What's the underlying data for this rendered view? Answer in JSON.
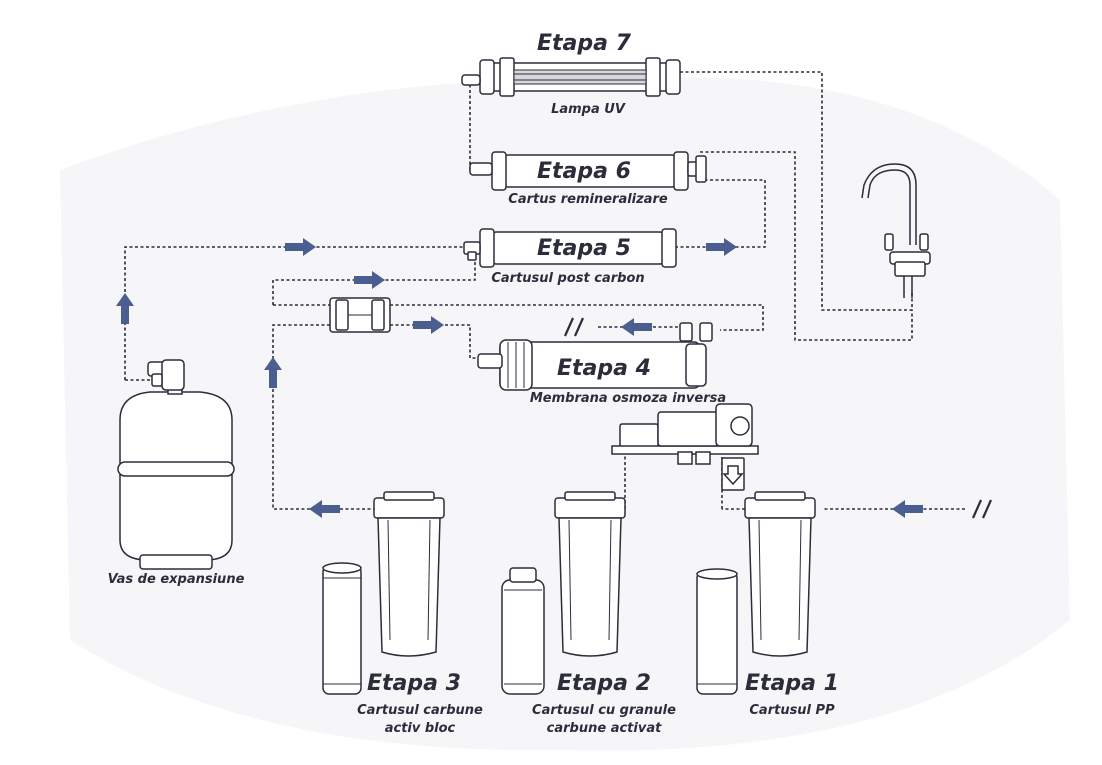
{
  "stages": {
    "s7": {
      "title": "Etapa 7",
      "label": "Lampa UV"
    },
    "s6": {
      "title": "Etapa 6",
      "label": "Cartus remineralizare"
    },
    "s5": {
      "title": "Etapa 5",
      "label": "Cartusul post carbon"
    },
    "s4": {
      "title": "Etapa 4",
      "label": "Membrana osmoza inversa"
    },
    "s3": {
      "title": "Etapa 3",
      "label_line1": "Cartusul  carbune",
      "label_line2": "activ bloc"
    },
    "s2": {
      "title": "Etapa 2",
      "label_line1": "Cartusul cu granule",
      "label_line2": "carbune activat"
    },
    "s1": {
      "title": "Etapa 1",
      "label": "Cartusul PP"
    }
  },
  "tank": {
    "label": "Vas de expansiune"
  },
  "colors": {
    "ink": "#2b2d3a",
    "flow_arrow": "#4a5f8f",
    "background": "#ffffff"
  },
  "icons": [
    "flow-arrow-icon",
    "pipe-break-icon",
    "faucet-icon",
    "pump-icon",
    "check-valve-icon"
  ]
}
